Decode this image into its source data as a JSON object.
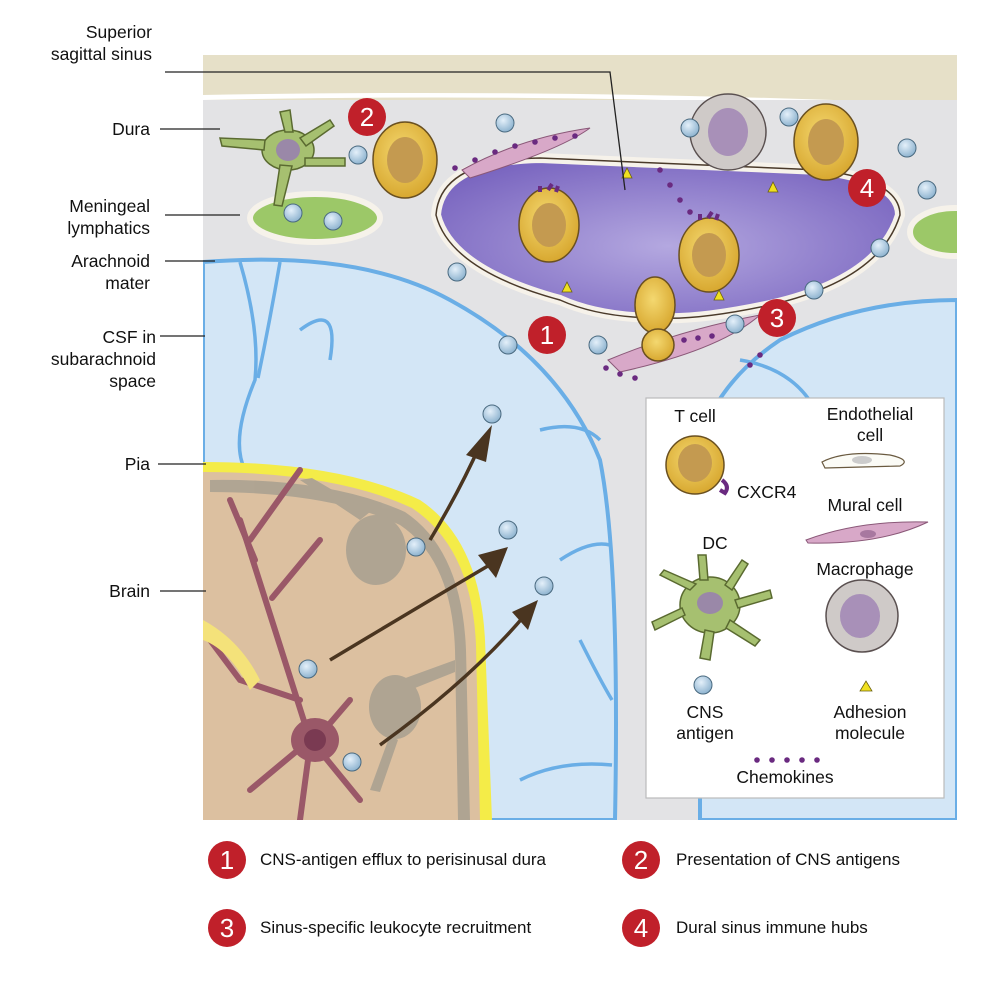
{
  "labels": {
    "superior_sagittal_sinus": [
      "Superior",
      "sagittal sinus"
    ],
    "dura": "Dura",
    "meningeal_lymphatics": [
      "Meningeal",
      "lymphatics"
    ],
    "arachnoid_mater": [
      "Arachnoid",
      "mater"
    ],
    "csf": [
      "CSF in",
      "subarachnoid",
      "space"
    ],
    "pia": "Pia",
    "brain": "Brain"
  },
  "legend": {
    "t_cell": "T cell",
    "cxcr4": "CXCR4",
    "endothelial": [
      "Endothelial",
      "cell"
    ],
    "mural": "Mural cell",
    "dc": "DC",
    "macrophage": "Macrophage",
    "cns_antigen": [
      "CNS",
      "antigen"
    ],
    "adhesion": [
      "Adhesion",
      "molecule"
    ],
    "chemokines": "Chemokines"
  },
  "steps": [
    {
      "number": "1",
      "text": "CNS-antigen efflux to perisinusal dura"
    },
    {
      "number": "2",
      "text": "Presentation of CNS antigens"
    },
    {
      "number": "3",
      "text": "Sinus-specific leukocyte recruitment"
    },
    {
      "number": "4",
      "text": "Dural sinus immune hubs"
    }
  ],
  "colors": {
    "step_badge": "#c0202a",
    "dura": "#e2e2e4",
    "skull": "#e6e0c8",
    "csf": "#d3e6f6",
    "arachnoid_line": "#6aaee6",
    "pia": "#f4ec48",
    "brain": "#dcc0a0",
    "sinus": "#8a78c8",
    "t_cell": "#e8c050",
    "mural": "#d8a8c8",
    "lymphatic": "#9cc868",
    "antigen": "#a8c8e0",
    "chemokine": "#6a2a80"
  }
}
